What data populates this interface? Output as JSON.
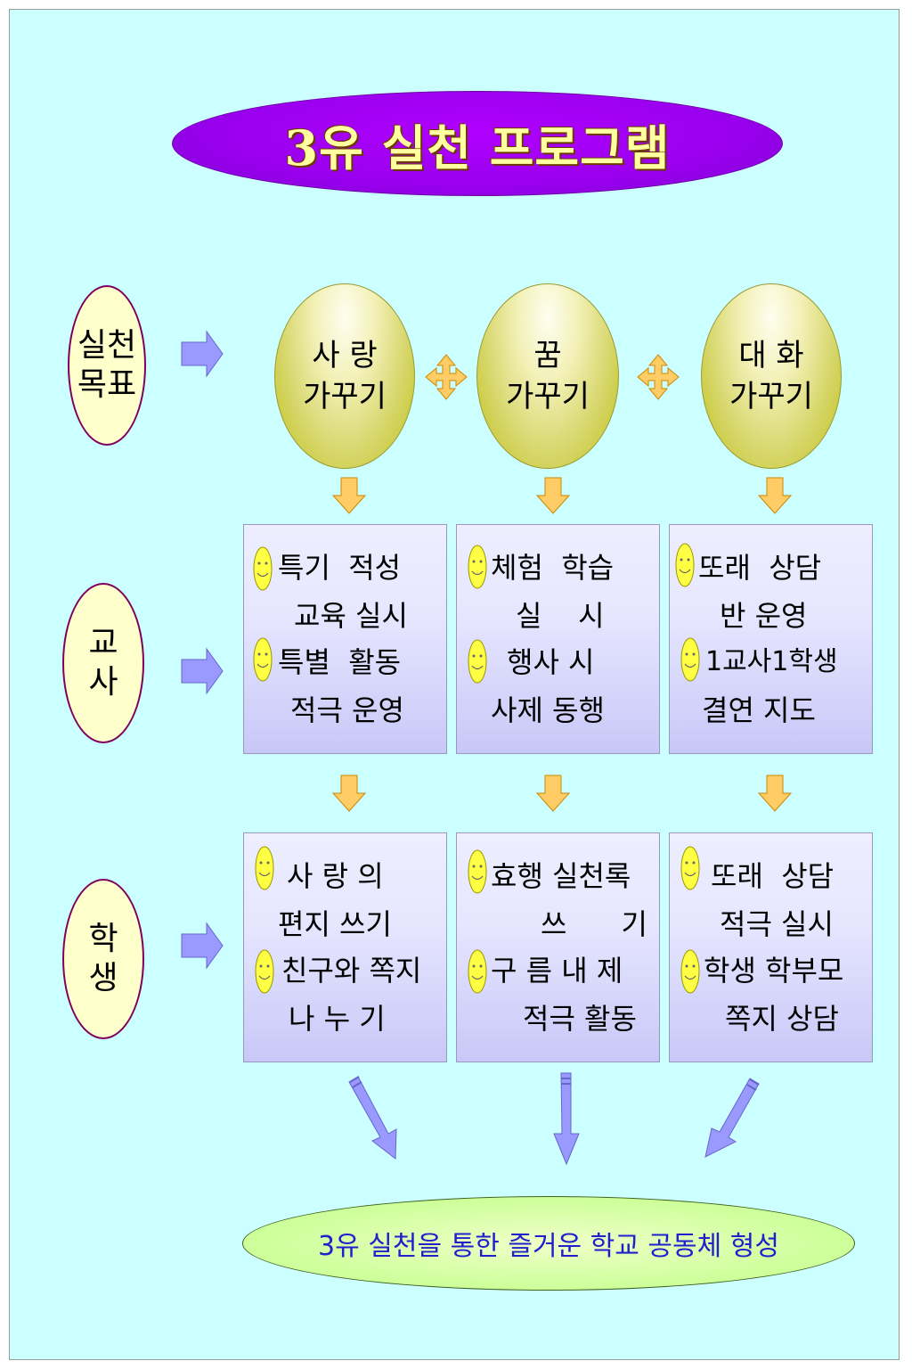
{
  "title": "3유 실천 프로그램",
  "rows": {
    "goal": [
      "실천",
      "목표"
    ],
    "teacher": [
      "교",
      "사"
    ],
    "student": [
      "학",
      "생"
    ]
  },
  "goals": [
    {
      "line1": "사 랑",
      "line2": "가꾸기"
    },
    {
      "line1": "꿈",
      "line2": "가꾸기"
    },
    {
      "line1": "대 화",
      "line2": "가꾸기"
    }
  ],
  "teacher_boxes": [
    [
      "특기  적성",
      "교육 실시",
      "특별  활동",
      "적극 운영"
    ],
    [
      "체험  학습",
      "실    시",
      "행사 시",
      "사제 동행"
    ],
    [
      "또래  상담",
      "반 운영",
      "1교사1학생",
      "결연 지도"
    ]
  ],
  "student_boxes": [
    [
      "사 랑 의",
      "편지 쓰기",
      "친구와 쪽지",
      "나 누 기"
    ],
    [
      "효행 실천록",
      "쓰      기",
      "구 름 내 제",
      "적극 활동"
    ],
    [
      "또래  상담",
      "적극 실시",
      "학생 학부모",
      "쪽지 상담"
    ]
  ],
  "result": "3유 실천을 통한 즐거운 학교 공동체 형성",
  "colors": {
    "background": "#ccffff",
    "title_oval": "#9900ee",
    "title_text": "#ffffa0",
    "side_oval": "#ffffcc",
    "block_arrow": "#9999ff",
    "small_arrow": "#ffcc66",
    "result_oval": "#ccff99",
    "result_text": "#2020cc"
  },
  "icons": {
    "row_arrow": "block-arrow-right-icon",
    "goal_link": "four-way-arrow-icon",
    "flow_arrow": "arrow-down-icon",
    "bullet": "smiley-face-icon",
    "merge_arrow": "diagonal-arrow-icon"
  }
}
